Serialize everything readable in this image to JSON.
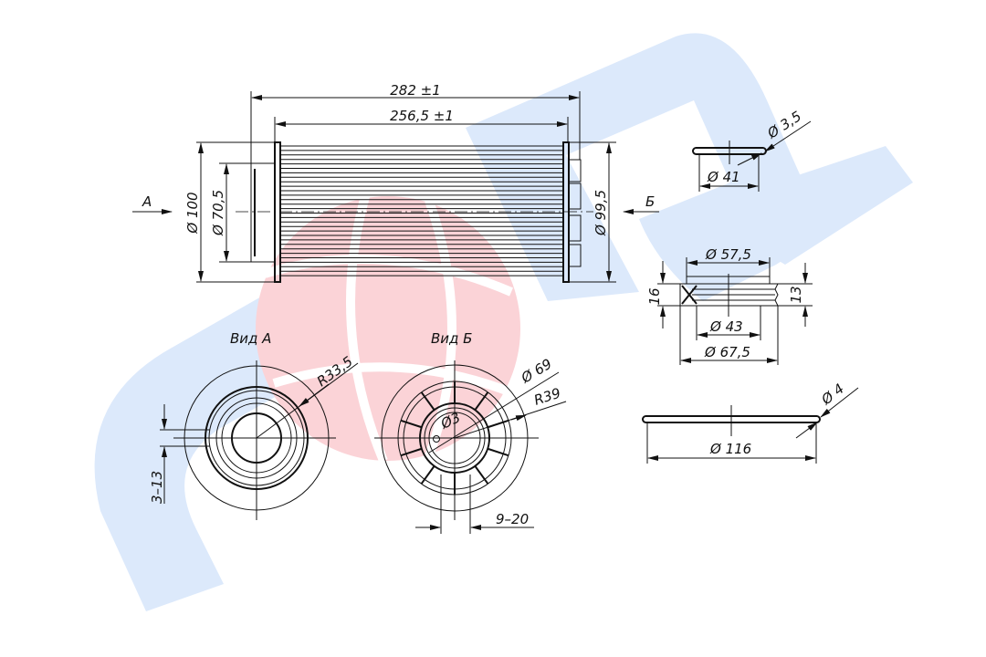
{
  "colors": {
    "watermark_blue": "#dce9fb",
    "watermark_red": "#fbd3d7",
    "line": "#111111"
  },
  "side_view": {
    "overall_length": "282 ±1",
    "body_length": "256,5 ±1",
    "flange_diameter": "Ø 100",
    "cap_diameter": "Ø 70,5",
    "right_diameter": "Ø 99,5",
    "view_a_marker": "А",
    "view_b_marker": "Б"
  },
  "oring_small": {
    "section": "Ø 3,5",
    "diameter": "Ø 41"
  },
  "seal": {
    "top_diameter": "Ø 57,5",
    "height_total": "16",
    "height_body": "13",
    "inner_diameter": "Ø 43",
    "outer_diameter": "Ø 67,5"
  },
  "oring_large": {
    "section": "Ø 4",
    "diameter": "Ø 116"
  },
  "view_a": {
    "title": "Вид А",
    "radius": "R33,5",
    "gap": "3–13"
  },
  "view_b": {
    "title": "Вид Б",
    "diameter": "Ø 69",
    "radius": "R39",
    "hole": "Ø3",
    "slot": "9–20"
  }
}
